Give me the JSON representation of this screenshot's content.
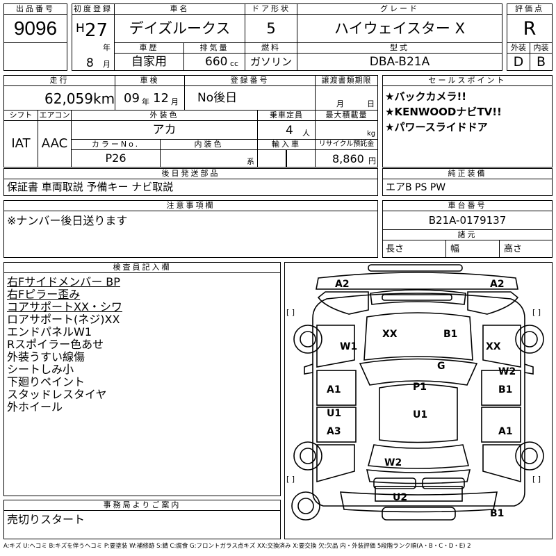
{
  "header": {
    "lot_no_label": "出品番号",
    "lot_no": "9096",
    "first_reg_label": "初度登録",
    "era": "H",
    "year": "27",
    "year_unit": "年",
    "month": "8",
    "month_unit": "月",
    "car_name_label": "車名",
    "car_name": "デイズルークス",
    "door_label": "ドア形状",
    "door": "5",
    "grade_label": "グレード",
    "grade": "ハイウェイスター X",
    "score_label": "評価点",
    "score": "R",
    "history_label": "車歴",
    "history": "自家用",
    "displacement_label": "排気量",
    "displacement": "660",
    "displacement_unit": "cc",
    "fuel_label": "燃料",
    "fuel": "ガソリン",
    "model_label": "型式",
    "model": "DBA-B21A",
    "exterior_label": "外装",
    "exterior_grade": "D",
    "interior_label": "内装",
    "interior_grade": "B"
  },
  "specs": {
    "mileage_label": "走行",
    "mileage": "62,059",
    "mileage_unit": "km",
    "inspection_label": "車検",
    "insp_year": "09",
    "insp_year_unit": "年",
    "insp_month": "12",
    "insp_month_unit": "月",
    "reg_no_label": "登録番号",
    "reg_no": "No後日",
    "transfer_label": "譲渡書類期限",
    "transfer_month_unit": "月",
    "transfer_day_unit": "日",
    "shift_label": "シフト",
    "shift": "IAT",
    "ac_label": "エアコン",
    "ac": "AAC",
    "ext_color_label": "外装色",
    "ext_color": "アカ",
    "capacity_label": "乗車定員",
    "capacity": "4",
    "capacity_unit": "人",
    "max_load_label": "最大積載量",
    "max_load_unit": "kg",
    "color_no_label": "カラーNo.",
    "color_no": "P26",
    "int_color_label": "内装色",
    "int_color_unit": "系",
    "import_label": "輸入車",
    "recycle_label": "リサイクル預託金",
    "recycle": "8,860",
    "recycle_unit": "円"
  },
  "sales_points": {
    "label": "セールスポイント",
    "items": [
      "★バックカメラ!!",
      "★KENWOODナビTV!!",
      "★パワースライドドア"
    ]
  },
  "later_parts": {
    "label": "後日発送部品",
    "value": "保証書 車両取説 予備キー ナビ取説"
  },
  "genuine": {
    "label": "純正装備",
    "value": "エアB PS PW"
  },
  "caution": {
    "label": "注意事項欄",
    "value": "※ナンバー後日送ります"
  },
  "chassis": {
    "label": "車台番号",
    "value": "B21A-0179137"
  },
  "dims": {
    "label": "諸元",
    "length": "長さ",
    "width": "幅",
    "height": "高さ"
  },
  "inspector": {
    "label": "検査員記入欄",
    "lines": [
      "右Fサイドメンバー BP",
      "右Fピラー歪み",
      "コアサポートXX・シワ",
      "ロアサポート(ネジ)XX",
      "エンドパネルW1",
      "Rスポイラー色あせ",
      "外装うすい線傷",
      "シートしみ小",
      "下廻りペイント",
      "スタッドレスタイヤ",
      "外ホイール"
    ]
  },
  "diagram": {
    "marks": {
      "a2_left": "A2",
      "a2_right": "A2",
      "xx_hood": "XX",
      "b1_hood": "B1",
      "w1_left": "W1",
      "xx_right": "XX",
      "g_windshield": "G",
      "w2_right": "W2",
      "a1_left": "A1",
      "p1_roof": "P1",
      "b1_right": "B1",
      "u1_left": "U1",
      "u1_roof": "U1",
      "a3_left": "A3",
      "a1_right": "A1",
      "w2_rear": "W2",
      "u2_rear": "U2",
      "b1_rear": "B1"
    },
    "bracket": "[  ]"
  },
  "office": {
    "label": "事務局よりご案内",
    "value": "売切りスタート"
  },
  "legend": "A:キズ U:ヘコミ B:キズを伴うヘコミ P:要塗装 W:補修跡 S:錆 C:腐食 G:フロントガラス点キズ XX:交換済み X:要交換 欠:欠品 内・外装評価 5段階ランク順(A・B・C・D・E) 2"
}
